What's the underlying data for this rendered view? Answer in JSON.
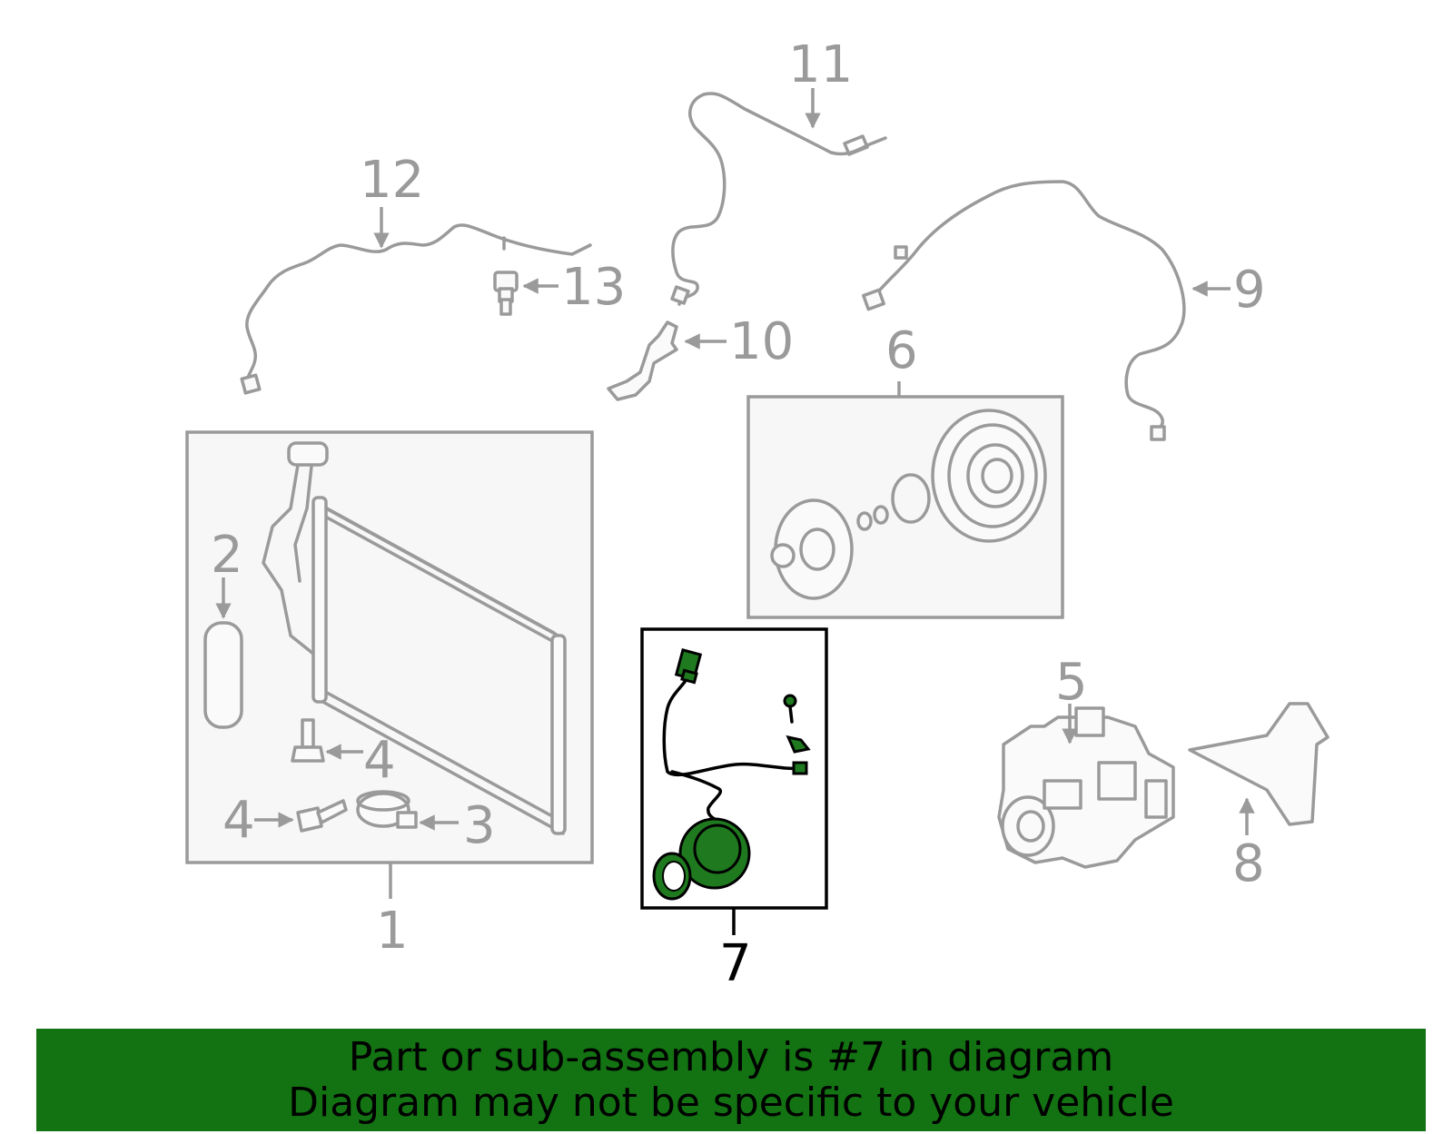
{
  "callouts": {
    "c1": "1",
    "c2": "2",
    "c3": "3",
    "c4a": "4",
    "c4b": "4",
    "c5": "5",
    "c6": "6",
    "c7": "7",
    "c8": "8",
    "c9": "9",
    "c10": "10",
    "c11": "11",
    "c12": "12",
    "c13": "13"
  },
  "highlighted_part": "7",
  "colors": {
    "highlight": "#1f7a1f",
    "banner": "#137313",
    "part_gray": "#9a9a9a",
    "selected_outline": "#000000"
  },
  "banner": {
    "line1": "Part or sub-assembly is #7 in diagram",
    "line2": "Diagram may not be specific to your vehicle"
  }
}
